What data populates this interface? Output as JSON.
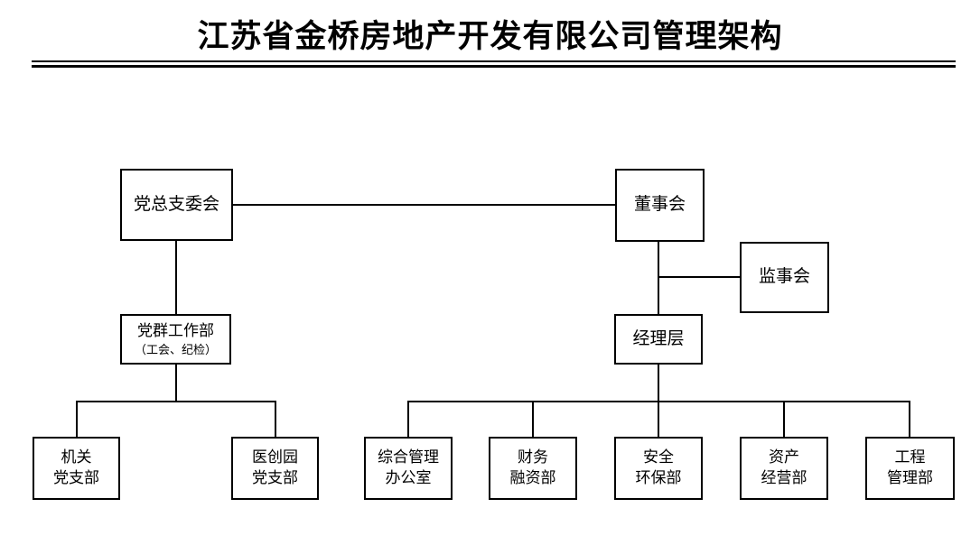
{
  "page": {
    "title": "江苏省金桥房地产开发有限公司管理架构"
  },
  "org": {
    "party_committee": {
      "label": "党总支委会"
    },
    "board_of_directors": {
      "label": "董事会"
    },
    "supervisory_board": {
      "label": "监事会"
    },
    "party_mass_work_dept": {
      "label": "党群工作部",
      "note": "（工会、纪检）"
    },
    "management_team": {
      "label": "经理层"
    },
    "office_party_branch": {
      "line1": "机关",
      "line2": "党支部"
    },
    "yichuangyuan_party_branch": {
      "line1": "医创园",
      "line2": "党支部"
    },
    "general_admin_office": {
      "line1": "综合管理",
      "line2": "办公室"
    },
    "finance_financing_dept": {
      "line1": "财务",
      "line2": "融资部"
    },
    "safety_env_dept": {
      "line1": "安全",
      "line2": "环保部"
    },
    "asset_operation_dept": {
      "line1": "资产",
      "line2": "经营部"
    },
    "engineering_mgmt_dept": {
      "line1": "工程",
      "line2": "管理部"
    }
  },
  "colors": {
    "background": "#ffffff",
    "line": "#000000",
    "text": "#000000"
  }
}
